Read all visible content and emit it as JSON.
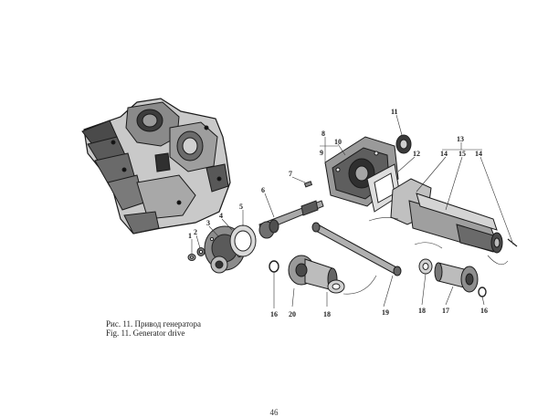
{
  "figure": {
    "caption_ru": "Рис. 11. Привод генератора",
    "caption_en": "Fig. 11. Generator drive"
  },
  "callouts": {
    "c1": "1",
    "c2": "2",
    "c3": "3",
    "c4": "4",
    "c5": "5",
    "c6": "6",
    "c7": "7",
    "c8": "8",
    "c9": "9",
    "c10": "10",
    "c11": "11",
    "c12": "12",
    "c13": "13",
    "c14a": "14",
    "c15": "15",
    "c14b": "14",
    "c16a": "16",
    "c20": "20",
    "c18a": "18",
    "c19": "19",
    "c18b": "18",
    "c17": "17",
    "c16b": "16"
  },
  "page_number": "46"
}
